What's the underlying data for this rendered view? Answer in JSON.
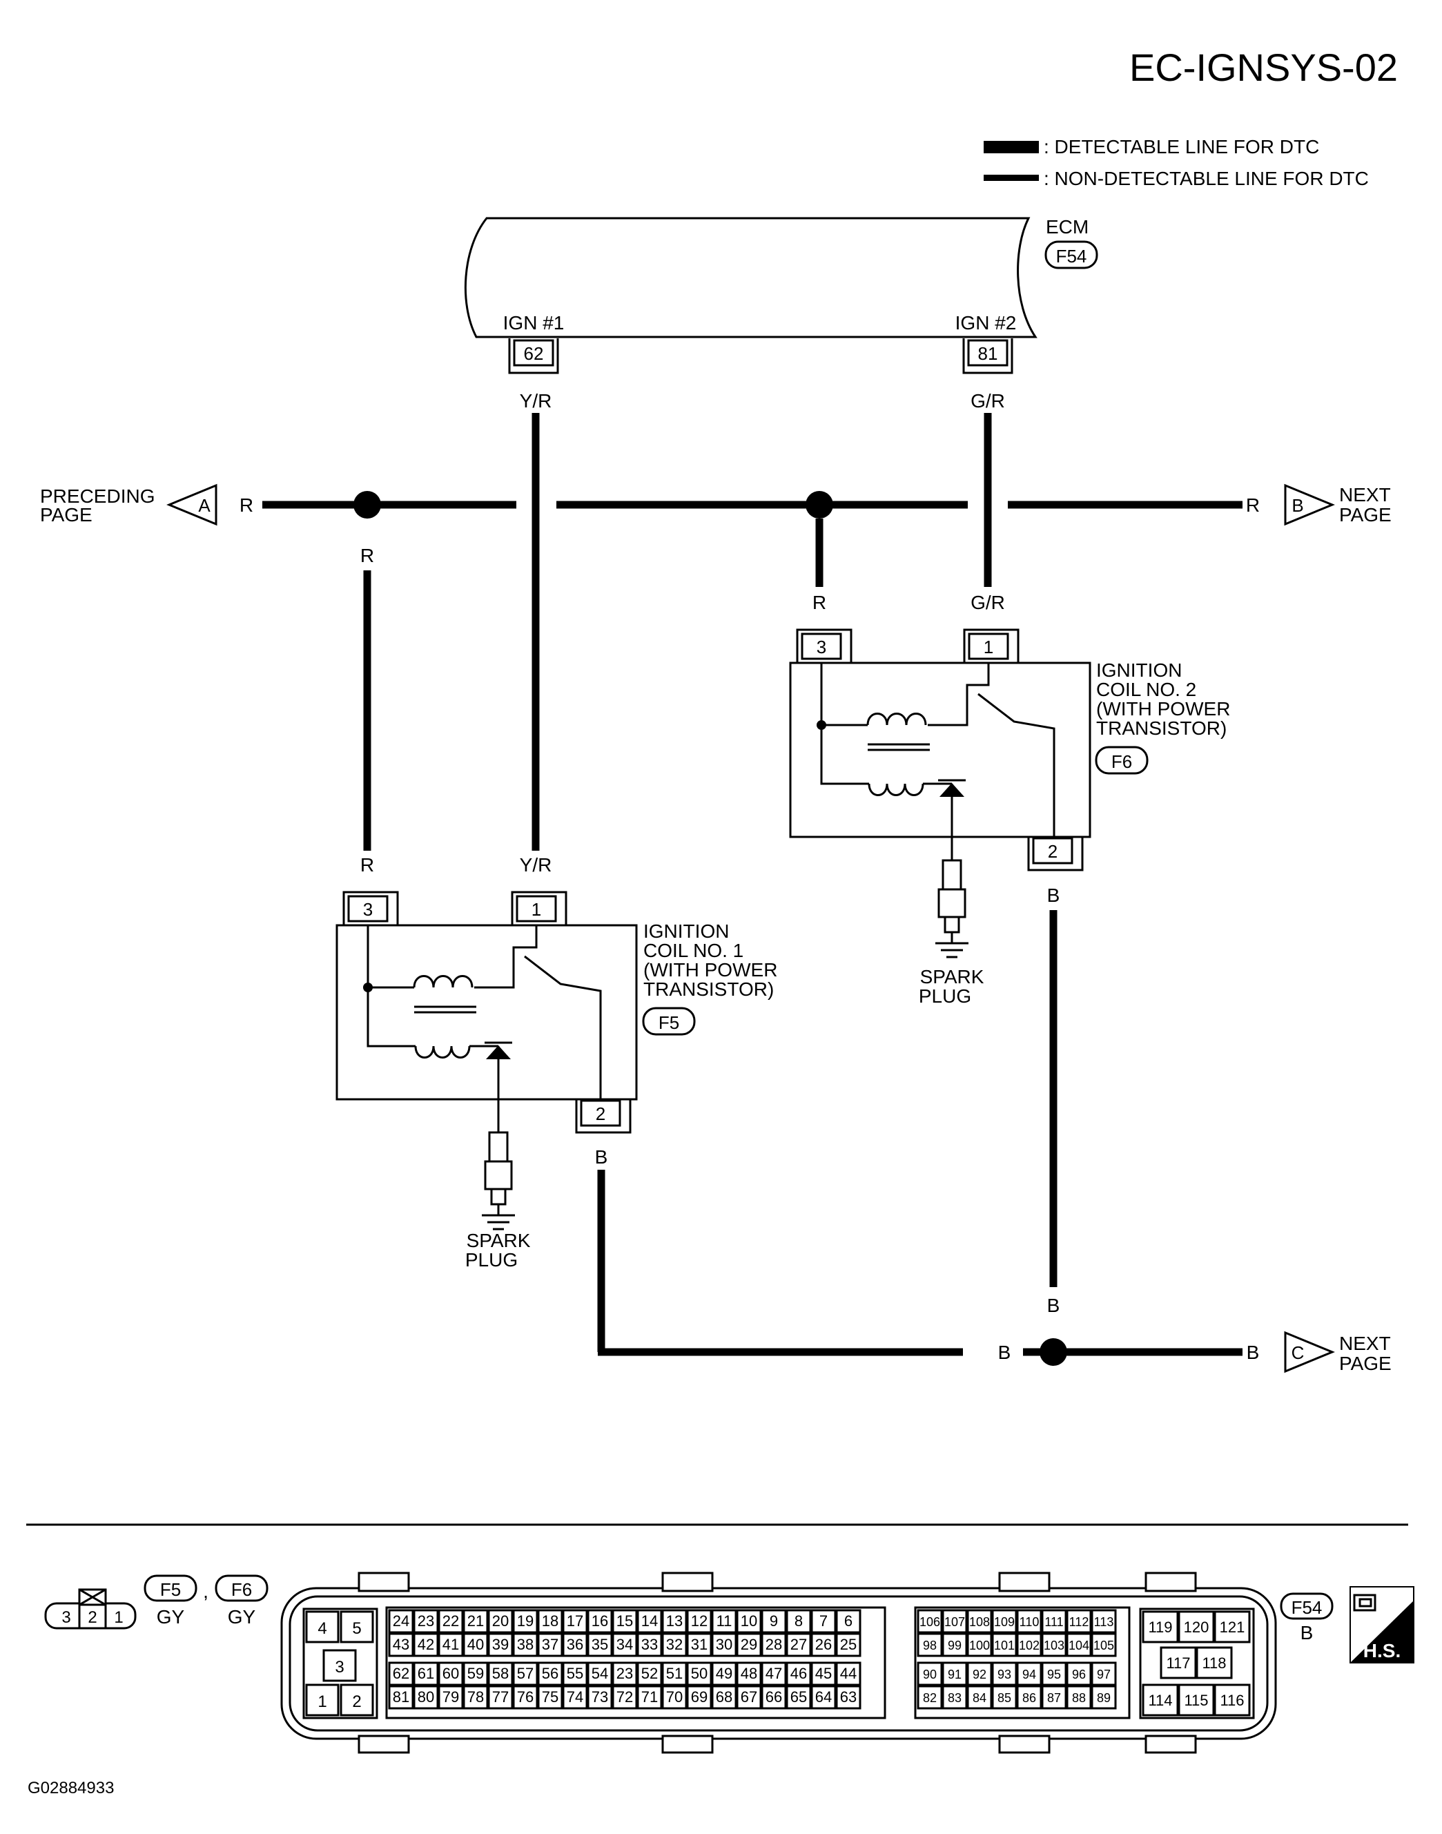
{
  "header": {
    "page_code": "EC-IGNSYS-02"
  },
  "legend": {
    "detectable": ": DETECTABLE LINE FOR DTC",
    "non_detectable": ": NON-DETECTABLE LINE FOR DTC"
  },
  "ecm": {
    "title": "ECM",
    "connector": "F54",
    "terminals": [
      {
        "label": "IGN #1",
        "pin": "62",
        "wire": "Y/R"
      },
      {
        "label": "IGN #2",
        "pin": "81",
        "wire": "G/R"
      }
    ]
  },
  "links": {
    "preceding": {
      "label_line1": "PRECEDING",
      "label_line2": "PAGE",
      "letter": "A",
      "wire": "R"
    },
    "next_b": {
      "label_line1": "NEXT",
      "label_line2": "PAGE",
      "letter": "B",
      "wire": "R"
    },
    "next_c": {
      "label_line1": "NEXT",
      "label_line2": "PAGE",
      "letter": "C",
      "wire": "B"
    }
  },
  "coil1": {
    "name_line1": "IGNITION",
    "name_line2": "COIL NO. 1",
    "name_line3": "(WITH POWER",
    "name_line4": "TRANSISTOR)",
    "connector": "F5",
    "pins": {
      "power": "3",
      "signal": "1",
      "ground": "2"
    },
    "wires": {
      "power": "R",
      "signal": "Y/R",
      "ground": "B"
    },
    "plug_line1": "SPARK",
    "plug_line2": "PLUG"
  },
  "coil2": {
    "name_line1": "IGNITION",
    "name_line2": "COIL NO. 2",
    "name_line3": "(WITH POWER",
    "name_line4": "TRANSISTOR)",
    "connector": "F6",
    "pins": {
      "power": "3",
      "signal": "1",
      "ground": "2"
    },
    "wires": {
      "power": "R",
      "signal": "G/R",
      "ground": "B"
    },
    "plug_line1": "SPARK",
    "plug_line2": "PLUG"
  },
  "ground_wire_labels": {
    "left": "B",
    "riser": "B",
    "right": "B"
  },
  "connector_views": {
    "small": {
      "pins": [
        "3",
        "2",
        "1"
      ]
    },
    "f5": {
      "id": "F5",
      "color": "GY"
    },
    "f6": {
      "id": "F6",
      "color": "GY"
    },
    "separator": ",",
    "ecm": {
      "id": "F54",
      "color": "B"
    },
    "ecm_block_a": {
      "pins": [
        "4",
        "5",
        "3",
        "1",
        "2"
      ]
    },
    "ecm_block_b": {
      "rows": [
        [
          "24",
          "23",
          "22",
          "21",
          "20",
          "19",
          "18",
          "17",
          "16",
          "15",
          "14",
          "13",
          "12",
          "11",
          "10",
          "9",
          "8",
          "7",
          "6"
        ],
        [
          "43",
          "42",
          "41",
          "40",
          "39",
          "38",
          "37",
          "36",
          "35",
          "34",
          "33",
          "32",
          "31",
          "30",
          "29",
          "28",
          "27",
          "26",
          "25"
        ],
        [
          "62",
          "61",
          "60",
          "59",
          "58",
          "57",
          "56",
          "55",
          "54",
          "23",
          "52",
          "51",
          "50",
          "49",
          "48",
          "47",
          "46",
          "45",
          "44"
        ],
        [
          "81",
          "80",
          "79",
          "78",
          "77",
          "76",
          "75",
          "74",
          "73",
          "72",
          "71",
          "70",
          "69",
          "68",
          "67",
          "66",
          "65",
          "64",
          "63"
        ]
      ]
    },
    "ecm_block_c": {
      "rows": [
        [
          "106",
          "107",
          "108",
          "109",
          "110",
          "111",
          "112",
          "113"
        ],
        [
          "98",
          "99",
          "100",
          "101",
          "102",
          "103",
          "104",
          "105"
        ],
        [
          "90",
          "91",
          "92",
          "93",
          "94",
          "95",
          "96",
          "97"
        ],
        [
          "82",
          "83",
          "84",
          "85",
          "86",
          "87",
          "88",
          "89"
        ]
      ]
    },
    "ecm_block_d": {
      "pins": [
        "119",
        "120",
        "121",
        "117",
        "118",
        "114",
        "115",
        "116"
      ]
    },
    "hs_badge": "H.S."
  },
  "footer": {
    "figure_id": "G02884933"
  }
}
